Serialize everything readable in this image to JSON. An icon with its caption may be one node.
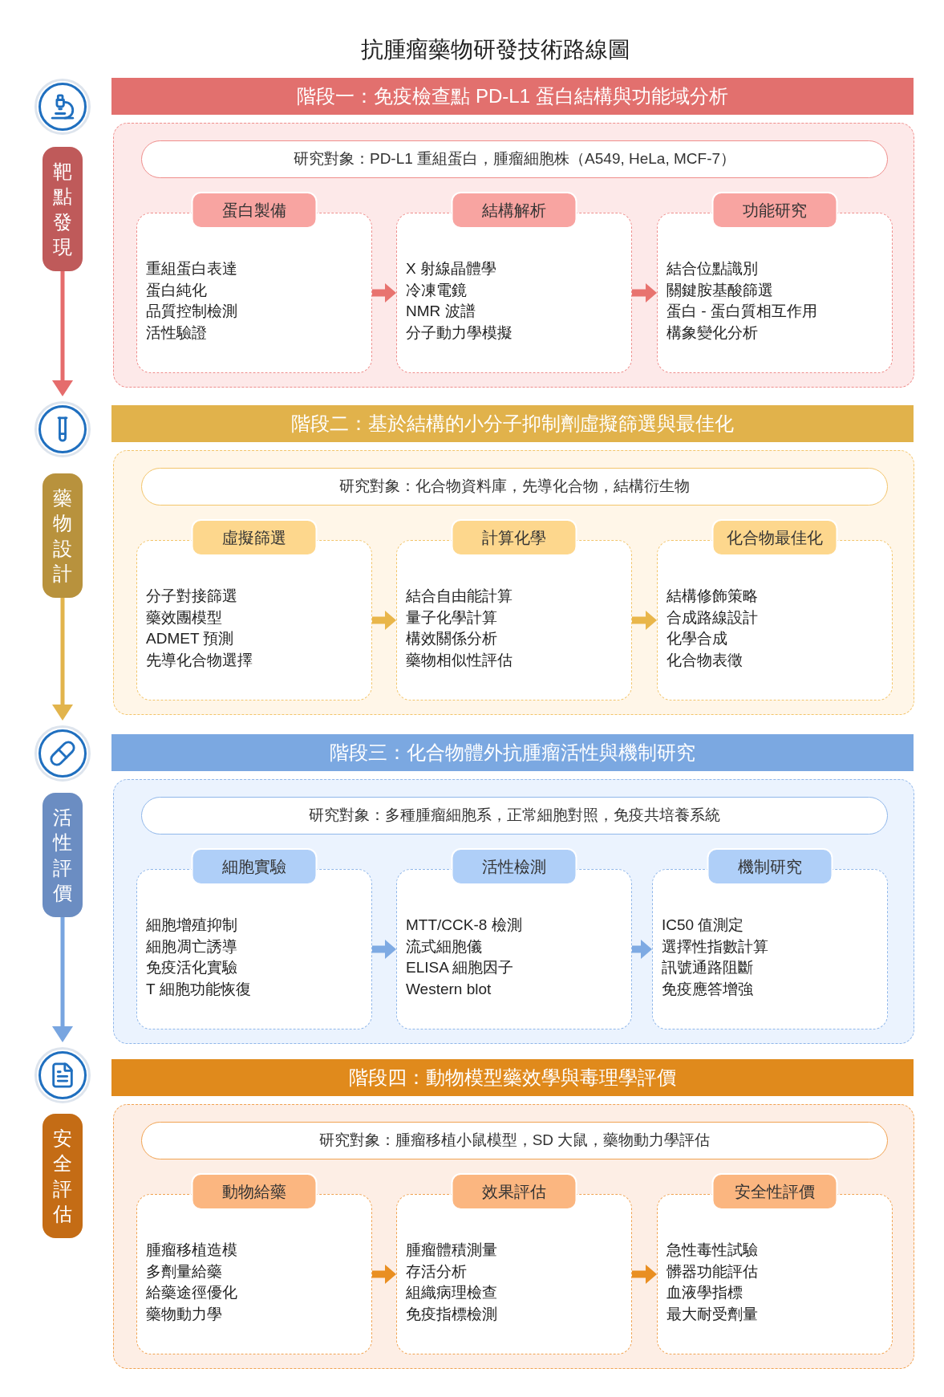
{
  "diagram": {
    "title": "抗腫瘤藥物研發技術路線圖",
    "nodes": [
      {
        "text": [],
        "shape": "circle"
      },
      {
        "text": [
          "階段一：免疫檢查點 PD-L1 蛋白結構與功能域分析"
        ]
      },
      {
        "text": [
          "靶點發現"
        ]
      },
      {
        "text": [],
        "shape": "box"
      },
      {
        "text": [
          "研究對象：PD-L1 重組蛋白，腫瘤細胞株（A549, HeLa, MCF-7）"
        ],
        "in": 3
      },
      {
        "text": [
          "蛋白製備",
          "重組蛋白表達",
          "蛋白純化",
          "品質控制檢測",
          "活性驗證"
        ],
        "in": 3
      },
      {
        "text": [
          "結構解析",
          "X 射線晶體學",
          "冷凍電鏡",
          "NMR 波譜",
          "分子動力學模擬"
        ],
        "in": 3
      },
      {
        "text": [
          "功能研究",
          "結合位點識別",
          "關鍵胺基酸篩選",
          "蛋白 - 蛋白質相互作用",
          "構象變化分析"
        ],
        "in": 3
      },
      {
        "text": [],
        "shape": "circle"
      },
      {
        "text": [
          "階段二：基於結構的小分子抑制劑虛擬篩選與最佳化"
        ]
      },
      {
        "text": [
          "藥物設計"
        ]
      },
      {
        "text": [],
        "shape": "box"
      },
      {
        "text": [
          "研究對象：化合物資料庫，先導化合物，結構衍生物"
        ],
        "in": 11
      },
      {
        "text": [
          "虛擬篩選",
          "分子對接篩選",
          "藥效團模型",
          "ADMET 預測",
          "先導化合物選擇"
        ],
        "in": 11
      },
      {
        "text": [
          "計算化學",
          "結合自由能計算",
          "量子化學計算",
          "構效關係分析",
          "藥物相似性評估"
        ],
        "in": 11
      },
      {
        "text": [
          "化合物最佳化",
          "結構修飾策略",
          "合成路線設計",
          "化學合成",
          "化合物表徵"
        ],
        "in": 11
      },
      {
        "text": [],
        "shape": "circle"
      },
      {
        "text": [
          "階段三：化合物體外抗腫瘤活性與機制研究"
        ]
      },
      {
        "text": [
          "活性評價"
        ]
      },
      {
        "text": [],
        "shape": "box"
      },
      {
        "text": [
          "研究對象：多種腫瘤細胞系，正常細胞對照，免疫共培養系統"
        ],
        "in": 19
      },
      {
        "text": [
          "細胞實驗",
          "細胞增殖抑制",
          "細胞凋亡誘導",
          "免疫活化實驗",
          "T 細胞功能恢復"
        ],
        "in": 19
      },
      {
        "text": [
          "活性檢測",
          "MTT/CCK-8 檢測",
          "流式細胞儀",
          "ELISA 細胞因子",
          "Western blot"
        ],
        "in": 19
      },
      {
        "text": [
          "機制研究",
          "IC50 值測定",
          "選擇性指數計算",
          "訊號通路阻斷",
          "免疫應答增強"
        ],
        "in": 19
      },
      {
        "text": [],
        "shape": "circle"
      },
      {
        "text": [
          "階段四：動物模型藥效學與毒理學評價"
        ]
      },
      {
        "text": [
          "安全評估"
        ]
      },
      {
        "text": [],
        "shape": "box"
      },
      {
        "text": [
          "研究對象：腫瘤移植小鼠模型，SD 大鼠，藥物動力學評估"
        ],
        "in": 27
      },
      {
        "text": [
          "動物給藥",
          "腫瘤移植造模",
          "多劑量給藥",
          "給藥途徑優化",
          "藥物動力學"
        ],
        "in": 27
      },
      {
        "text": [
          "效果評估",
          "腫瘤體積測量",
          "存活分析",
          "組織病理檢查",
          "免疫指標檢測"
        ],
        "in": 27
      },
      {
        "text": [
          "安全性評價",
          "急性毒性試驗",
          "髒器功能評估",
          "血液學指標",
          "最大耐受劑量"
        ],
        "in": 27
      }
    ],
    "edges": [
      {
        "from": 5,
        "to": 6,
        "arrow": "to",
        "color": "#e8736f"
      },
      {
        "from": 6,
        "to": 7,
        "arrow": "to",
        "color": "#e8736f"
      },
      {
        "from": 2,
        "to": 8,
        "arrow": "to",
        "color": "#e56c6c"
      },
      {
        "from": 13,
        "to": 14,
        "arrow": "to",
        "color": "#e9b64a"
      },
      {
        "from": 14,
        "to": 15,
        "arrow": "to",
        "color": "#e9b64a"
      },
      {
        "from": 10,
        "to": 16,
        "arrow": "to",
        "color": "#e2b44c"
      },
      {
        "from": 21,
        "to": 22,
        "arrow": "to",
        "color": "#7eaae3"
      },
      {
        "from": 22,
        "to": 23,
        "arrow": "to",
        "color": "#7eaae3"
      },
      {
        "from": 18,
        "to": 24,
        "arrow": "to",
        "color": "#78a5e0"
      },
      {
        "from": 29,
        "to": 30,
        "arrow": "to",
        "color": "#e98f22"
      },
      {
        "from": 30,
        "to": 31,
        "arrow": "to",
        "color": "#e98f22"
      }
    ]
  }
}
